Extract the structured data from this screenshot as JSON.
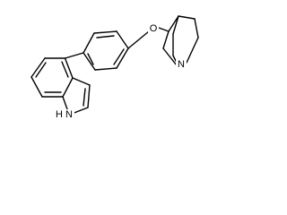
{
  "molecule": {
    "atoms": {
      "oxygen": "O",
      "quinuclidine_nitrogen": "N",
      "indole_nitrogen": "N",
      "indole_hydrogen": "H"
    }
  }
}
